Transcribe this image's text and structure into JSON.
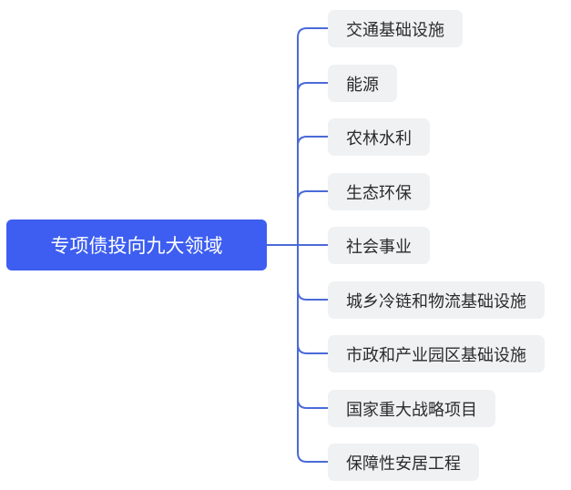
{
  "root": {
    "label": "专项债投向九大领域"
  },
  "children": [
    {
      "label": "交通基础设施"
    },
    {
      "label": "能源"
    },
    {
      "label": "农林水利"
    },
    {
      "label": "生态环保"
    },
    {
      "label": "社会事业"
    },
    {
      "label": "城乡冷链和物流基础设施"
    },
    {
      "label": "市政和产业园区基础设施"
    },
    {
      "label": "国家重大战略项目"
    },
    {
      "label": "保障性安居工程"
    }
  ],
  "colors": {
    "accent": "#3d5ef0",
    "line": "#4a6ad8",
    "node_bg": "#f0f1f3"
  }
}
